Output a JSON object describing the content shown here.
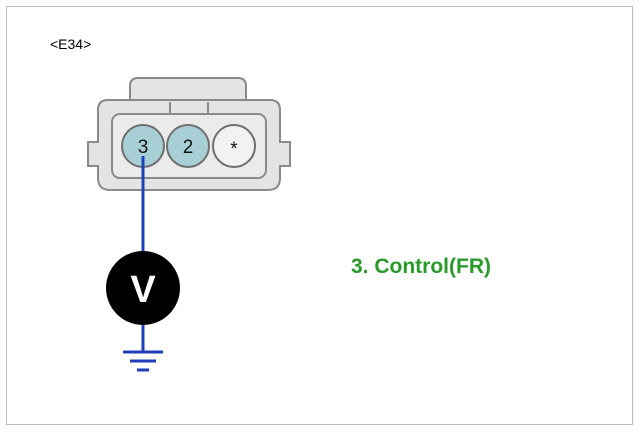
{
  "connector": {
    "id_label": "<E34>",
    "pins": [
      {
        "label": "3",
        "highlighted": true
      },
      {
        "label": "2",
        "highlighted": true
      },
      {
        "label": "*",
        "highlighted": false
      }
    ]
  },
  "meter": {
    "symbol": "V"
  },
  "caption": "3. Control(FR)",
  "colors": {
    "wire": "#1f3fb8",
    "caption": "#2a9a2a",
    "pin_highlight": "#a9cfd6",
    "pin_empty": "#f2f2f2",
    "connector_body": "#e4e4e4"
  }
}
